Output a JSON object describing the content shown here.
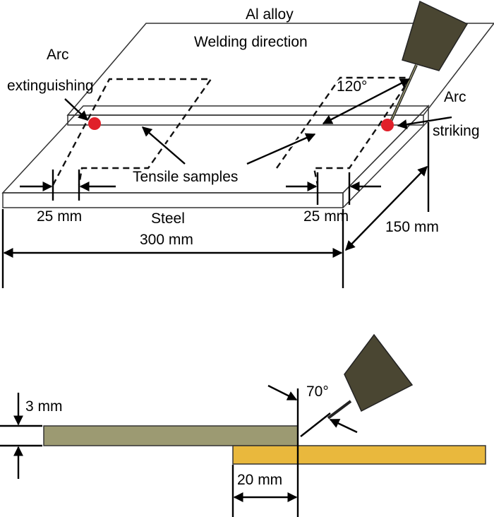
{
  "colors": {
    "al_alloy": "#9c9a72",
    "al_alloy_edge": "#6f6d4c",
    "steel_top": "#e9b83d",
    "steel_front": "#d49b1d",
    "torch": "#4a4632",
    "arc_point": "#e0202a"
  },
  "top_view": {
    "al_alloy_label": "Al alloy",
    "welding_direction_label": "Welding direction",
    "arc_extinguishing_label_1": "Arc",
    "arc_extinguishing_label_2": "extinguishing",
    "arc_striking_label_1": "Arc",
    "arc_striking_label_2": "striking",
    "torch_angle_label": "120°",
    "tensile_samples_label": "Tensile samples",
    "sample_width_left_label": "25 mm",
    "sample_width_right_label": "25 mm",
    "steel_label": "Steel",
    "length_label": "300 mm",
    "width_label": "150 mm"
  },
  "side_view": {
    "thickness_label": "3 mm",
    "torch_angle_label": "70°",
    "overlap_label": "20 mm"
  }
}
